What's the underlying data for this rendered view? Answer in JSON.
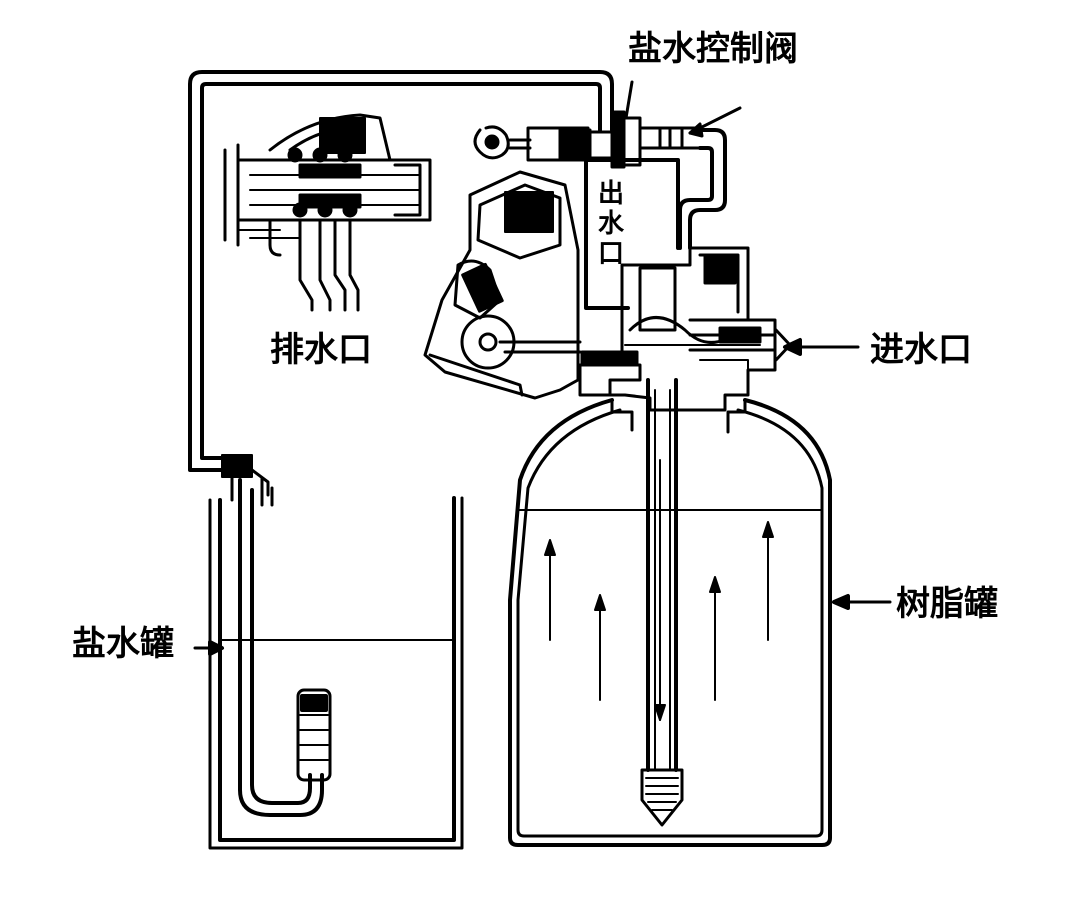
{
  "diagram": {
    "labels": {
      "brine_control_valve": "盐水控制阀",
      "drain_outlet": "排水口",
      "water_outlet": "出水口",
      "water_inlet": "进水口",
      "brine_tank": "盐水罐",
      "resin_tank": "树脂罐"
    },
    "colors": {
      "ink": "#000000",
      "paper": "#ffffff"
    }
  }
}
